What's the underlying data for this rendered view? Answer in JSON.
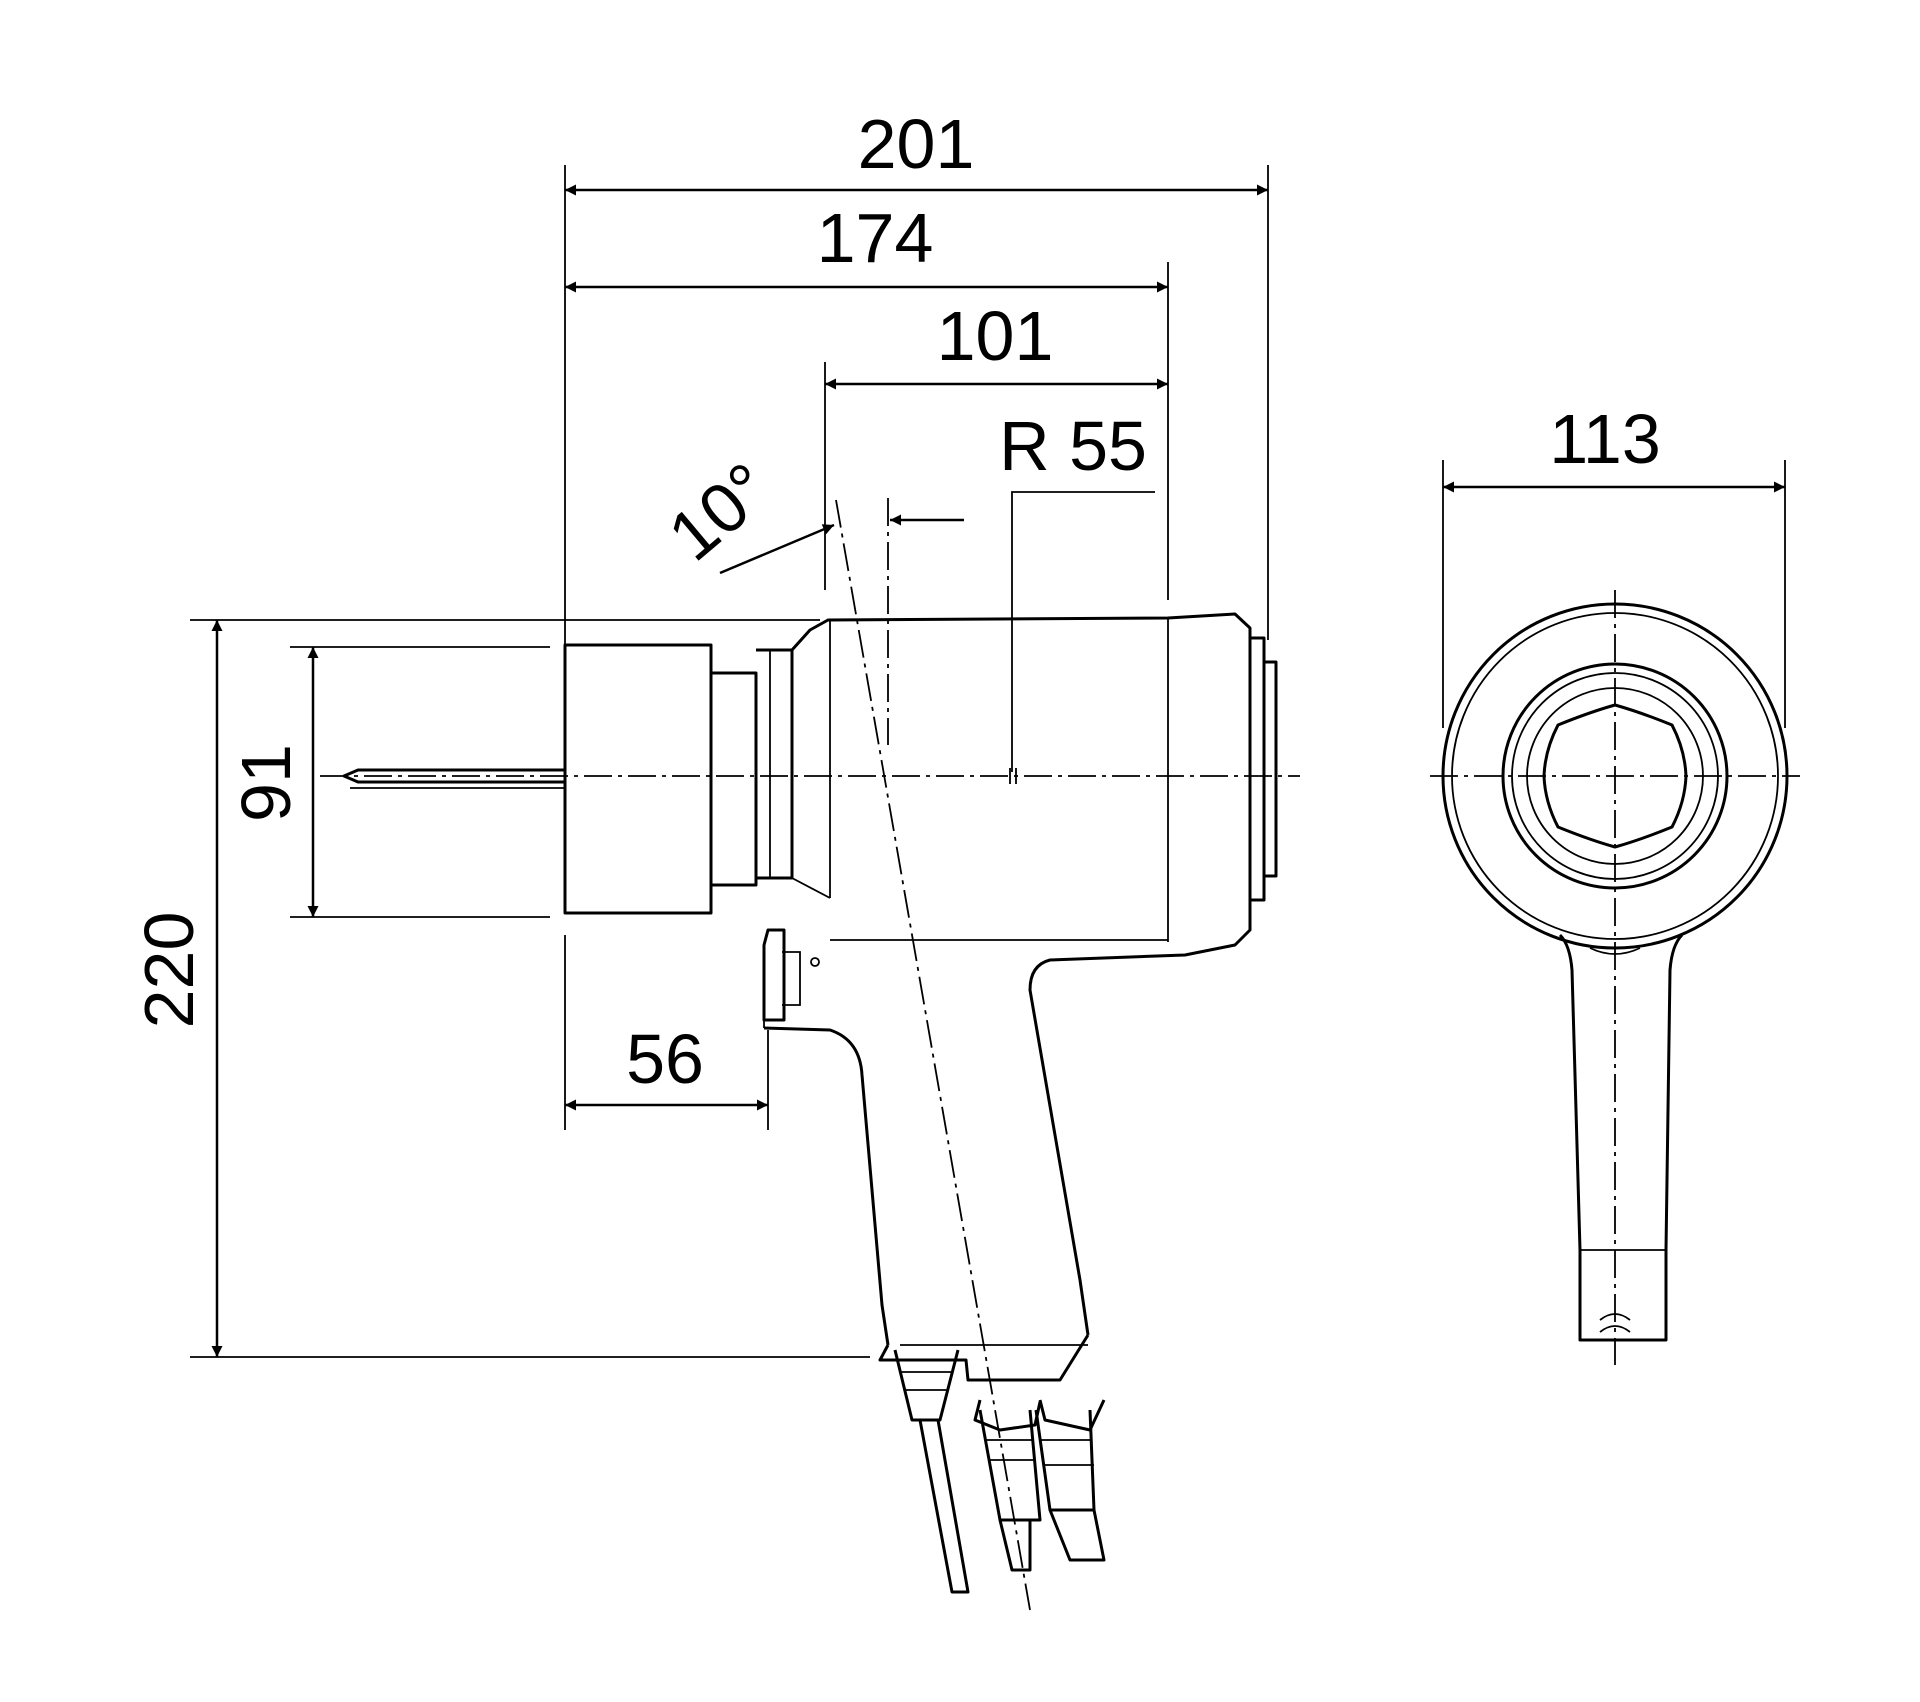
{
  "drawing": {
    "side_view": {
      "overall_length": "201",
      "length_to_back": "174",
      "grip_to_back": "101",
      "radius": "R 55",
      "angle": "10°",
      "total_height": "220",
      "nose_diameter": "91",
      "nose_length": "56"
    },
    "end_view": {
      "width": "113"
    },
    "colors": {
      "line": "#000000",
      "background": "#ffffff"
    }
  }
}
